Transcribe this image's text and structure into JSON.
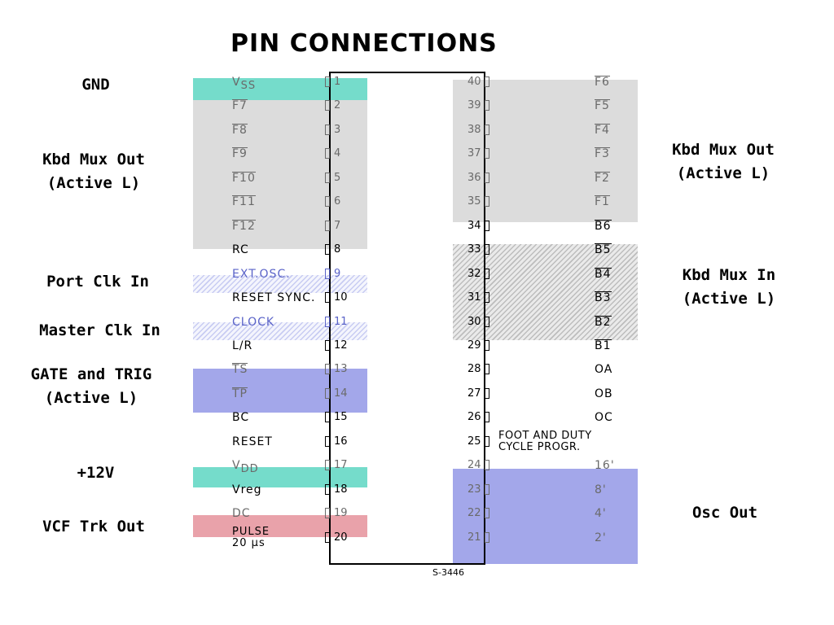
{
  "title": "PIN CONNECTIONS",
  "drawing_code": "S-3446",
  "annotations": {
    "gnd": [
      "GND"
    ],
    "kbd_out_left": [
      "Kbd Mux Out",
      "(Active L)"
    ],
    "port_clk": [
      "Port Clk In"
    ],
    "master_clk": [
      "Master Clk In"
    ],
    "gate_trig": [
      "GATE and TRIG",
      "(Active L)"
    ],
    "v12": [
      "+12V"
    ],
    "vcf": [
      "VCF Trk Out"
    ],
    "kbd_out_right": [
      "Kbd Mux Out",
      "(Active L)"
    ],
    "kbd_in_right": [
      "Kbd Mux In",
      "(Active L)"
    ],
    "osc_out": [
      "Osc Out"
    ]
  },
  "pins_left": [
    {
      "num": "1",
      "name": "V",
      "sub": "SS",
      "bar": false
    },
    {
      "num": "2",
      "name": "F7",
      "bar": true
    },
    {
      "num": "3",
      "name": "F8",
      "bar": true
    },
    {
      "num": "4",
      "name": "F9",
      "bar": true
    },
    {
      "num": "5",
      "name": "F10",
      "bar": true
    },
    {
      "num": "6",
      "name": "F11",
      "bar": true
    },
    {
      "num": "7",
      "name": "F12",
      "bar": true
    },
    {
      "num": "8",
      "name": "RC",
      "bar": false
    },
    {
      "num": "9",
      "name": "EXT.OSC.",
      "bar": false
    },
    {
      "num": "10",
      "name": "RESET SYNC.",
      "bar": false
    },
    {
      "num": "11",
      "name": "CLOCK",
      "bar": false
    },
    {
      "num": "12",
      "name": "L/R",
      "bar": false
    },
    {
      "num": "13",
      "name": "TS",
      "bar": true
    },
    {
      "num": "14",
      "name": "TP",
      "bar": true
    },
    {
      "num": "15",
      "name": "BC",
      "bar": false
    },
    {
      "num": "16",
      "name": "RESET",
      "bar": false
    },
    {
      "num": "17",
      "name": "V",
      "sub": "DD",
      "bar": false
    },
    {
      "num": "18",
      "name": "Vreg",
      "bar": false
    },
    {
      "num": "19",
      "name": "DC",
      "bar": false
    },
    {
      "num": "20",
      "name": "PULSE",
      "name2": "20 µs",
      "bar": false
    }
  ],
  "pins_right": [
    {
      "num": "40",
      "name": "F6",
      "bar": true
    },
    {
      "num": "39",
      "name": "F5",
      "bar": true
    },
    {
      "num": "38",
      "name": "F4",
      "bar": true
    },
    {
      "num": "37",
      "name": "F3",
      "bar": true
    },
    {
      "num": "36",
      "name": "F2",
      "bar": true
    },
    {
      "num": "35",
      "name": "F1",
      "bar": true
    },
    {
      "num": "34",
      "name": "B6",
      "bar": true
    },
    {
      "num": "33",
      "name": "B5",
      "bar": true
    },
    {
      "num": "32",
      "name": "B4",
      "bar": true
    },
    {
      "num": "31",
      "name": "B3",
      "bar": true
    },
    {
      "num": "30",
      "name": "B2",
      "bar": true
    },
    {
      "num": "29",
      "name": "B1",
      "bar": true
    },
    {
      "num": "28",
      "name": "OA",
      "bar": false
    },
    {
      "num": "27",
      "name": "OB",
      "bar": false
    },
    {
      "num": "26",
      "name": "OC",
      "bar": false
    },
    {
      "num": "25",
      "name": "FOOT AND DUTY",
      "name2": "CYCLE PROGR.",
      "bar": false
    },
    {
      "num": "24",
      "name": "16'",
      "bar": false
    },
    {
      "num": "23",
      "name": "8'",
      "bar": false
    },
    {
      "num": "22",
      "name": "4'",
      "bar": false
    },
    {
      "num": "21",
      "name": "2'",
      "bar": false
    }
  ],
  "colors": {
    "gnd": "#75dccb",
    "gray": "#dcdcdc",
    "blue": "#a3a7ea",
    "red": "#e9a2aa"
  }
}
